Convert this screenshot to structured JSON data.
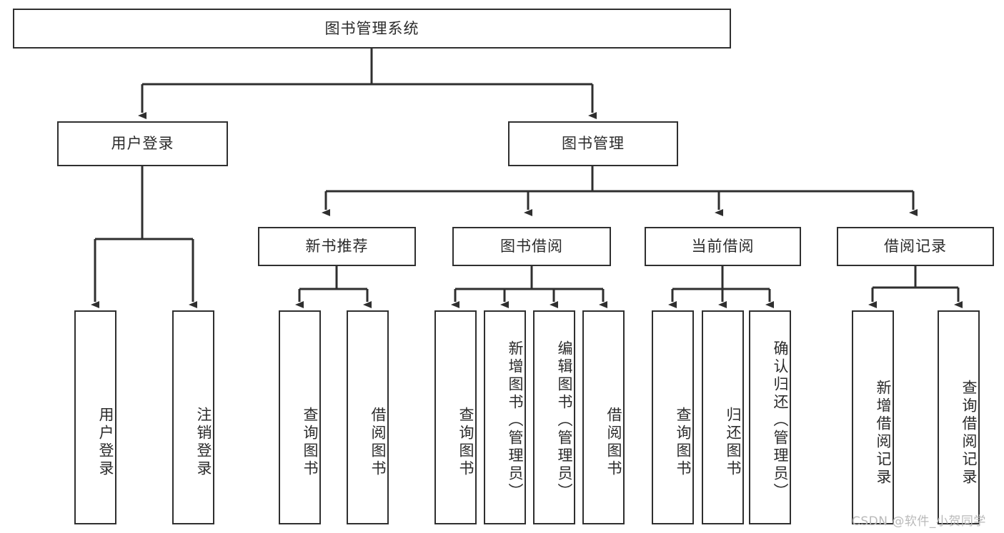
{
  "diagram": {
    "title": "图书管理系统",
    "type": "tree-hierarchy",
    "background_color": "#ffffff",
    "node_border_color": "#2f2f2f",
    "node_fill_color": "#ffffff",
    "edge_color": "#2f2f2f",
    "text_color": "#2b2b2b"
  },
  "nodes": {
    "root": {
      "label": "图书管理系统"
    },
    "level2": [
      {
        "label": "用户登录"
      },
      {
        "label": "图书管理"
      }
    ],
    "level3": [
      {
        "label": "新书推荐"
      },
      {
        "label": "图书借阅"
      },
      {
        "label": "当前借阅"
      },
      {
        "label": "借阅记录"
      }
    ],
    "leaves": {
      "user_login": [
        {
          "label": "用户登录"
        },
        {
          "label": "注销登录"
        }
      ],
      "new_book_recommend": [
        {
          "label": "查询图书"
        },
        {
          "label": "借阅图书"
        }
      ],
      "book_borrow": [
        {
          "label": "查询图书"
        },
        {
          "label": "新增图书（管理员）"
        },
        {
          "label": "编辑图书（管理员）"
        },
        {
          "label": "借阅图书"
        }
      ],
      "current_borrow": [
        {
          "label": "查询图书"
        },
        {
          "label": "归还图书"
        },
        {
          "label": "确认归还（管理员）"
        }
      ],
      "borrow_record": [
        {
          "label": "新增借阅记录"
        },
        {
          "label": "查询借阅记录"
        }
      ]
    }
  },
  "watermark": {
    "text": "CSDN @软件_小贺同学"
  }
}
